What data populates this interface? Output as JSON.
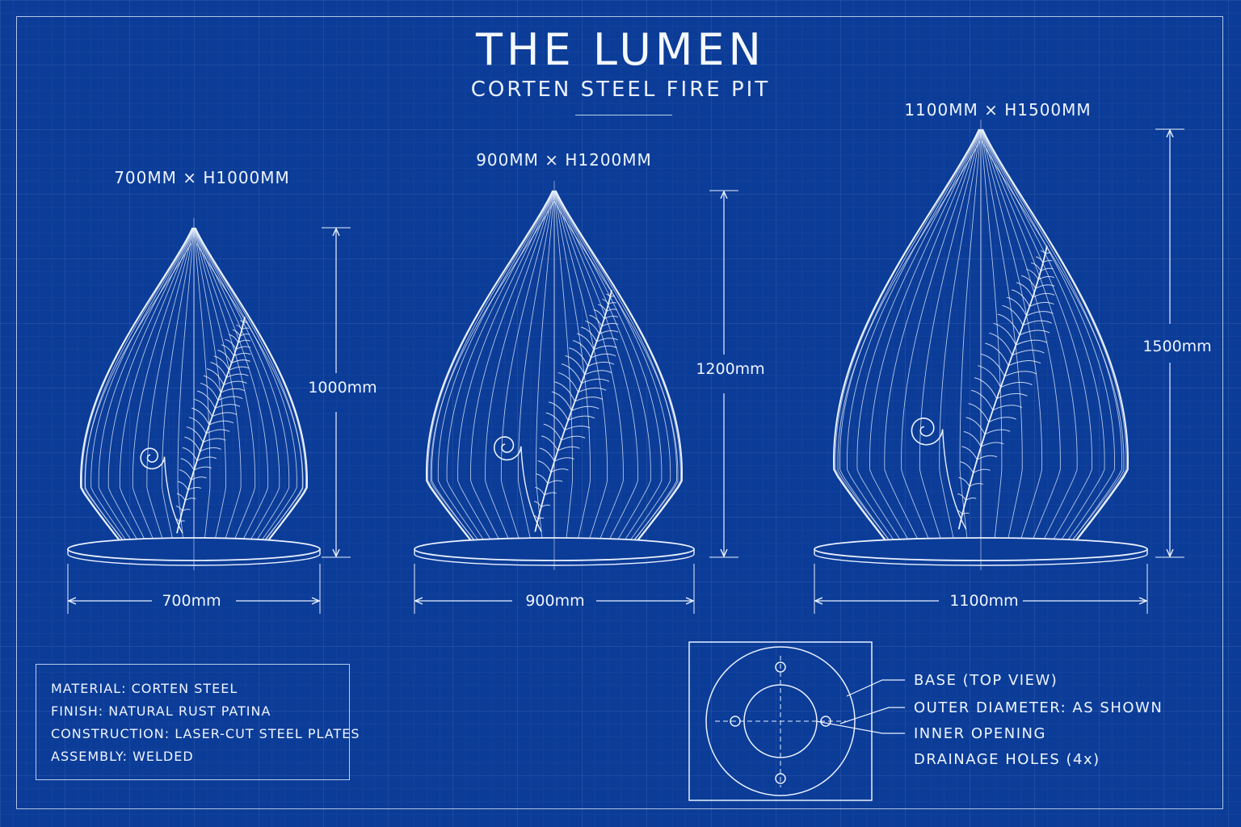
{
  "header": {
    "title": "THE LUMEN",
    "subtitle": "CORTEN STEEL FIRE PIT"
  },
  "models": [
    {
      "size_label": "700MM × H1000MM",
      "width_label": "700mm",
      "height_label": "1000mm"
    },
    {
      "size_label": "900MM × H1200MM",
      "width_label": "900mm",
      "height_label": "1200mm"
    },
    {
      "size_label": "1100MM × H1500MM",
      "width_label": "1100mm",
      "height_label": "1500mm"
    }
  ],
  "specs": [
    "MATERIAL: CORTEN STEEL",
    "FINISH: NATURAL RUST PATINA",
    "CONSTRUCTION: LASER-CUT STEEL PLATES",
    "ASSEMBLY: WELDED"
  ],
  "base_legend": [
    "BASE (TOP VIEW)",
    "OUTER DIAMETER: AS SHOWN",
    "INNER OPENING",
    "DRAINAGE HOLES (4x)"
  ],
  "colors": {
    "background": "#0b3c98",
    "line": "#eaf1ff"
  }
}
